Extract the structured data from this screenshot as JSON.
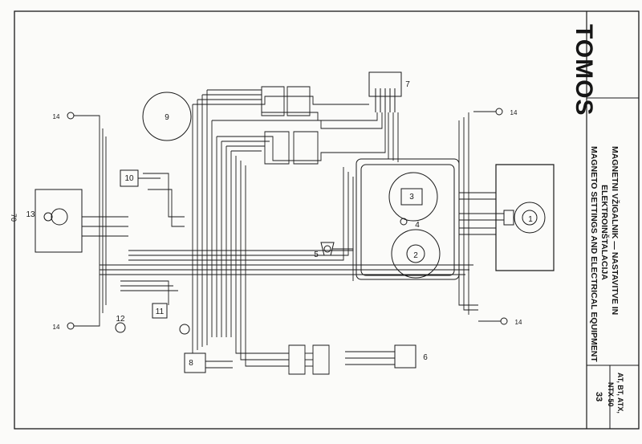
{
  "brand": "TOMOS",
  "title": {
    "line1": "MAGNETNI VŽIGALNIK — NASTAVITVE IN",
    "line2": "ELEKTROINŠTALACIJA",
    "line3": "MAGNETO SETTINGS AND ELECTRICAL EQUIPMENT"
  },
  "models": {
    "line1": "AT, BT, ATX,",
    "line2": "NTX 50"
  },
  "page_number": "33",
  "figure_ref": "70",
  "components": [
    {
      "id": "c1",
      "label": "1"
    },
    {
      "id": "c2",
      "label": "2"
    },
    {
      "id": "c3",
      "label": "3"
    },
    {
      "id": "c4",
      "label": "4"
    },
    {
      "id": "c5",
      "label": "5"
    },
    {
      "id": "c6",
      "label": "6"
    },
    {
      "id": "c7",
      "label": "7"
    },
    {
      "id": "c8",
      "label": "8"
    },
    {
      "id": "c9",
      "label": "9"
    },
    {
      "id": "c10",
      "label": "10"
    },
    {
      "id": "c11",
      "label": "11"
    },
    {
      "id": "c12",
      "label": "12"
    },
    {
      "id": "c13",
      "label": "13"
    },
    {
      "id": "c14a",
      "label": "14"
    },
    {
      "id": "c14b",
      "label": "14"
    },
    {
      "id": "c14c",
      "label": "14"
    },
    {
      "id": "c14d",
      "label": "14"
    }
  ],
  "colors": {
    "ink": "#1a1a1a",
    "paper": "#fbfbf9",
    "grey": "#8a8a8a"
  }
}
